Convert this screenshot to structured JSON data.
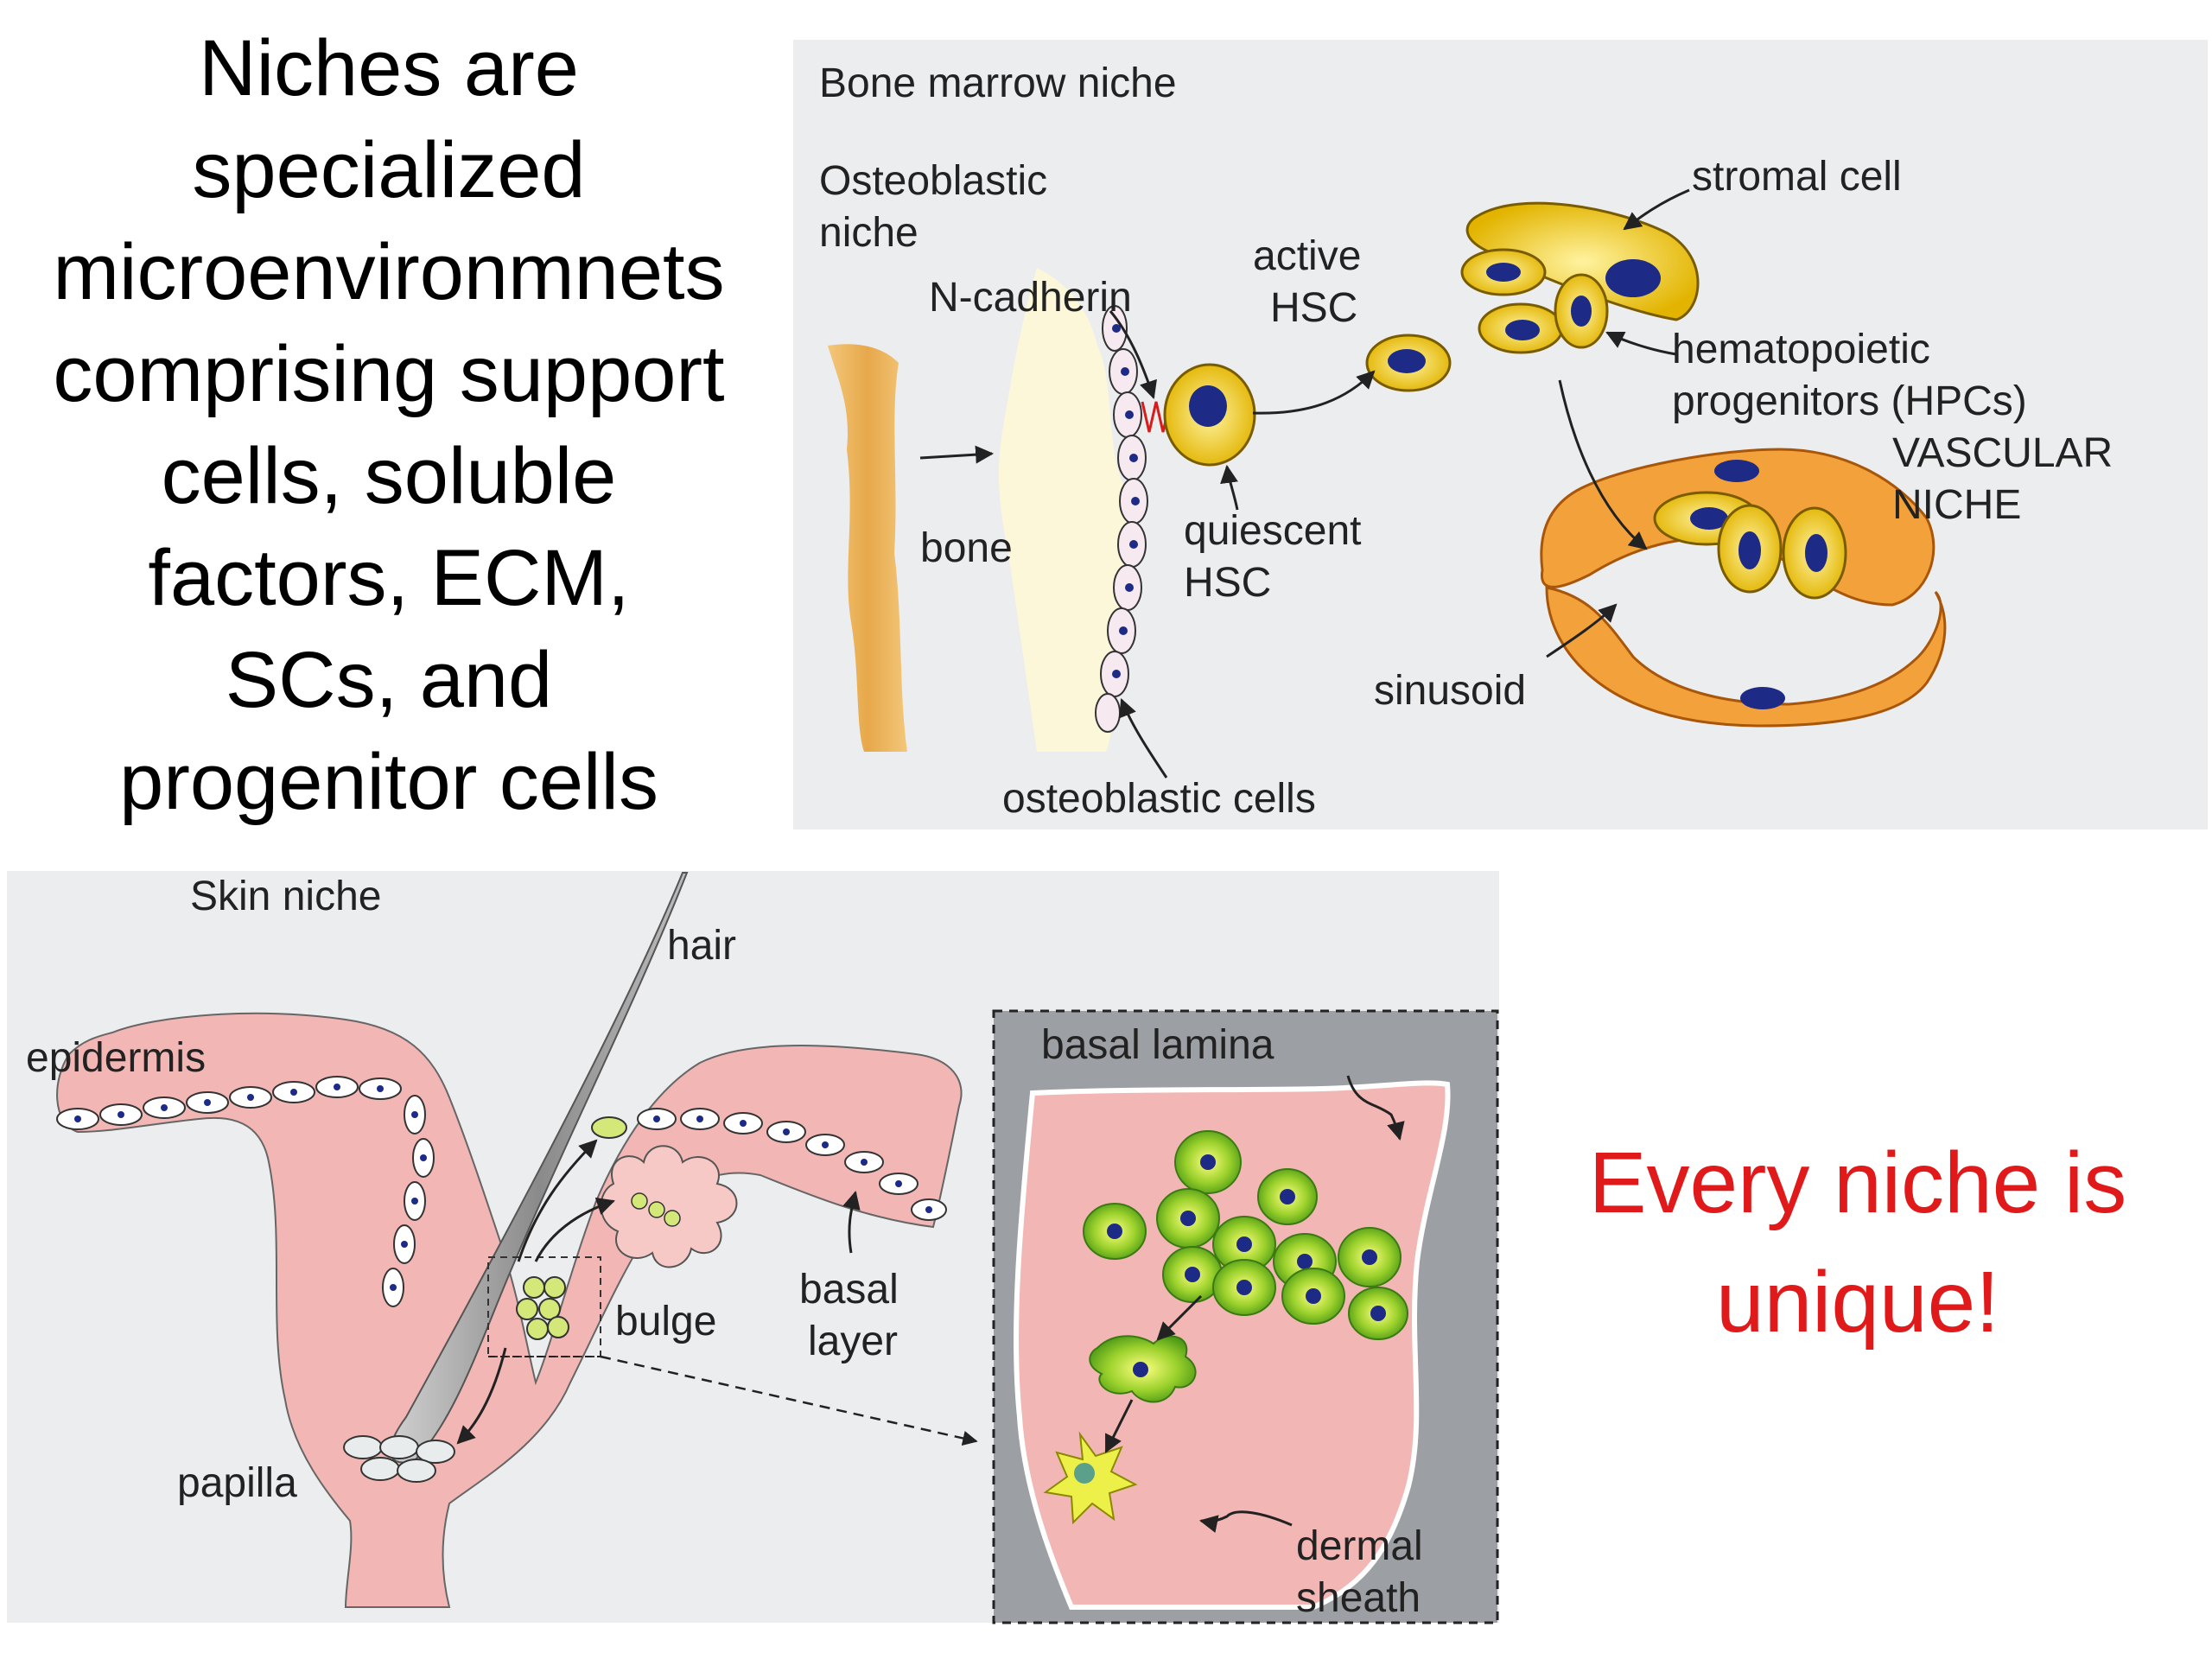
{
  "slide": {
    "title_lines": [
      "Niches are",
      "specialized",
      "microenvironmnets",
      "comprising support",
      "cells, soluble",
      "factors, ECM,",
      "SCs, and",
      "progenitor cells"
    ],
    "callout_lines": [
      "Every niche is",
      "unique!"
    ]
  },
  "bone_marrow_figure": {
    "title": "Bone marrow niche",
    "labels": {
      "osteoblastic_niche_1": "Osteoblastic",
      "osteoblastic_niche_2": "niche",
      "n_cadherin": "N-cadherin",
      "active_hsc_1": "active",
      "active_hsc_2": "HSC",
      "stromal_cell": "stromal cell",
      "hpc_1": "hematopoietic",
      "hpc_2": "progenitors (HPCs)",
      "vascular_1": "VASCULAR",
      "vascular_2": "NICHE",
      "bone": "bone",
      "quiescent_1": "quiescent",
      "quiescent_2": "HSC",
      "sinusoid": "sinusoid",
      "osteoblastic_cells": "osteoblastic cells"
    }
  },
  "skin_figure": {
    "title": "Skin niche",
    "labels": {
      "hair": "hair",
      "epidermis": "epidermis",
      "basal_lamina": "basal lamina",
      "basal_layer_1": "basal",
      "basal_layer_2": "layer",
      "bulge": "bulge",
      "papilla": "papilla",
      "dermal_sheath_1": "dermal",
      "dermal_sheath_2": "sheath"
    }
  },
  "colors": {
    "panel_bg": "#ecedef",
    "bone": "#e8b45a",
    "cell_yellow": "#f4d21e",
    "nucleus_blue": "#1d2a86",
    "sinusoid_orange": "#f0901e",
    "skin_pink": "#f2b7b4",
    "inset_gray": "#9c9fa4",
    "stem_green": "#7cc423",
    "callout_red": "#e01a1a"
  }
}
